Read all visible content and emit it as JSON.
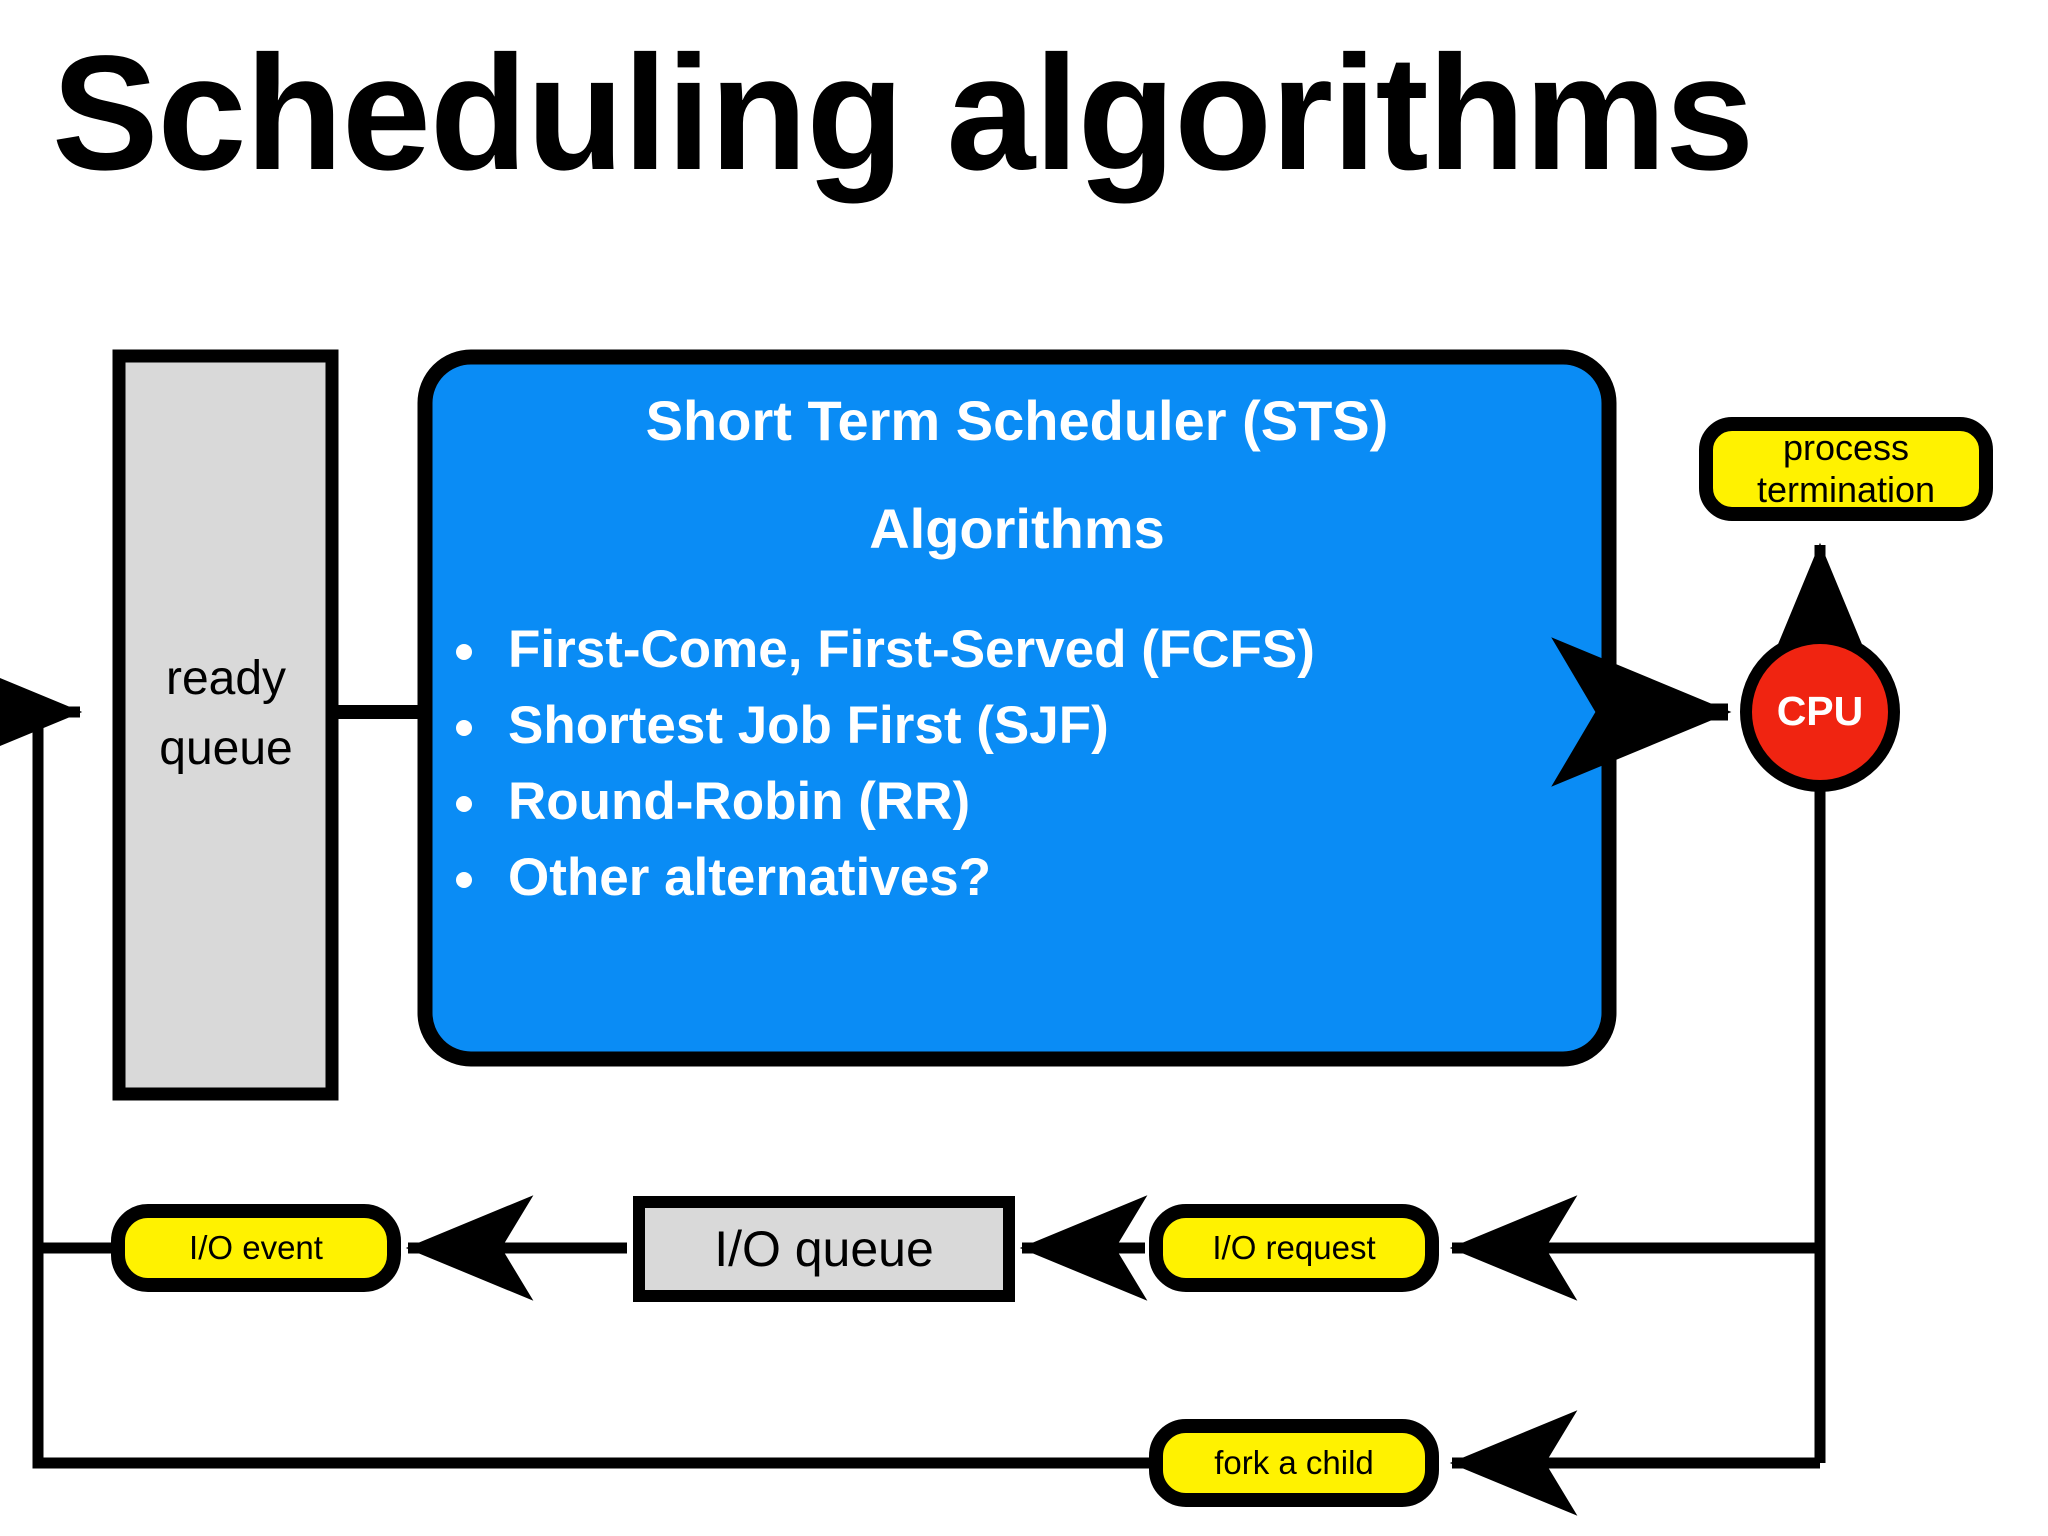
{
  "slide": {
    "title": "Scheduling algorithms",
    "background_color": "#ffffff"
  },
  "colors": {
    "sts_panel_fill": "#0a8cf5",
    "sts_panel_border": "#000000",
    "queue_fill": "#d9d9d9",
    "queue_border": "#000000",
    "event_pill_fill": "#fff200",
    "event_pill_border": "#000000",
    "cpu_fill": "#f02411",
    "cpu_border": "#000000",
    "cpu_text": "#ffffff",
    "arrow": "#000000",
    "panel_text": "#ffffff"
  },
  "diagram": {
    "ready_queue": {
      "label_line1": "ready",
      "label_line2": "queue",
      "shape": "rectangle"
    },
    "sts_panel": {
      "heading_1": "Short Term Scheduler (STS)",
      "heading_2": "Algorithms",
      "bullets": [
        "First-Come, First-Served (FCFS)",
        "Shortest Job First (SJF)",
        "Round-Robin (RR)",
        "Other alternatives?"
      ],
      "shape": "rounded-rectangle"
    },
    "cpu": {
      "label": "CPU",
      "shape": "circle"
    },
    "process_termination": {
      "label_line1": "process",
      "label_line2": "termination",
      "shape": "rounded-pill"
    },
    "io_queue": {
      "label": "I/O queue",
      "shape": "rectangle"
    },
    "io_event": {
      "label": "I/O event",
      "shape": "rounded-pill"
    },
    "io_request": {
      "label": "I/O request",
      "shape": "rounded-pill"
    },
    "fork_a_child": {
      "label": "fork a child",
      "shape": "rounded-pill"
    },
    "edges": [
      {
        "name": "io-event-to-ready-queue",
        "from": "I/O event",
        "to": "ready queue",
        "arrow": "end"
      },
      {
        "name": "ready-queue-to-sts",
        "from": "ready queue",
        "to": "Short Term Scheduler (STS)",
        "arrow": "none"
      },
      {
        "name": "sts-to-cpu",
        "from": "Short Term Scheduler (STS)",
        "to": "CPU",
        "arrow": "end"
      },
      {
        "name": "cpu-to-process-termination",
        "from": "CPU",
        "to": "process termination",
        "arrow": "end"
      },
      {
        "name": "cpu-to-io-request",
        "from": "CPU",
        "to": "I/O request",
        "arrow": "end"
      },
      {
        "name": "io-request-to-io-queue",
        "from": "I/O request",
        "to": "I/O queue",
        "arrow": "end"
      },
      {
        "name": "io-queue-to-io-event",
        "from": "I/O queue",
        "to": "I/O event",
        "arrow": "end"
      },
      {
        "name": "cpu-to-fork-a-child",
        "from": "CPU",
        "to": "fork a child",
        "arrow": "end"
      },
      {
        "name": "fork-a-child-to-ready-queue",
        "from": "fork a child",
        "to": "ready queue",
        "arrow": "end"
      }
    ]
  }
}
